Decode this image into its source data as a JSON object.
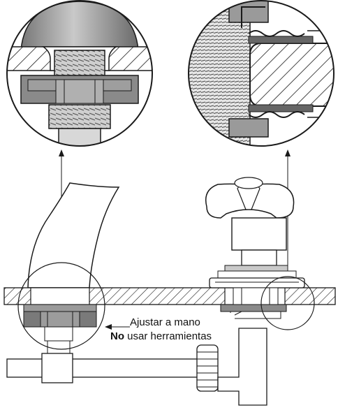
{
  "annotation": {
    "line1": "Ajustar a mano",
    "line2_bold": "No",
    "line2_rest": " usar herramientas"
  },
  "colors": {
    "line": "#1a1a1a",
    "metal_dark": "#6e6e6e",
    "metal_mid": "#9a9a9a",
    "metal_light": "#d4d4d4",
    "counter_fill": "#ffffff"
  }
}
